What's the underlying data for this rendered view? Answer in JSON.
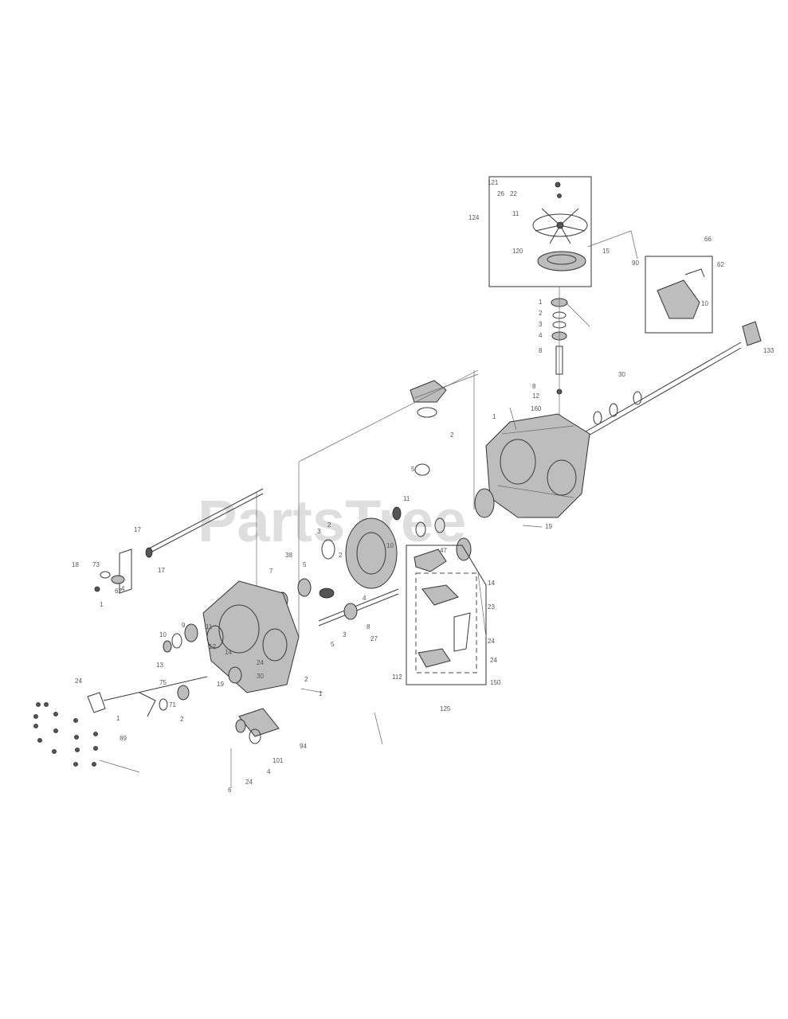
{
  "watermark": "PartsTree",
  "callouts": [
    "121",
    "26",
    "22",
    "11",
    "124",
    "120",
    "1",
    "2",
    "3",
    "4",
    "8",
    "8",
    "12",
    "15",
    "160",
    "90",
    "66",
    "10",
    "30",
    "133",
    "62",
    "19",
    "1",
    "5",
    "2",
    "11",
    "17",
    "17",
    "18",
    "73",
    "4",
    "62",
    "1",
    "2",
    "3",
    "5",
    "10",
    "38",
    "7",
    "2",
    "4",
    "3",
    "5",
    "8",
    "27",
    "47",
    "14",
    "24",
    "112",
    "125",
    "23",
    "24",
    "150",
    "9",
    "10",
    "11",
    "12",
    "13",
    "14",
    "19",
    "24",
    "30",
    "1",
    "2",
    "75",
    "71",
    "24",
    "1",
    "2",
    "89",
    "94",
    "101",
    "4",
    "24",
    "6"
  ]
}
